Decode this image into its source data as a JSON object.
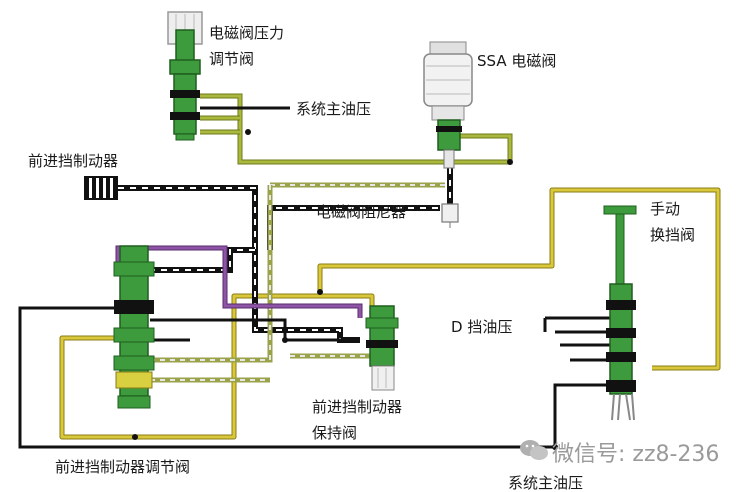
{
  "labels": {
    "pressure_solenoid_line1": "电磁阀压力",
    "pressure_solenoid_line2": "调节阀",
    "ssa_solenoid": "SSA 电磁阀",
    "main_pressure_top": "系统主油压",
    "forward_clutch": "前进挡制动器",
    "solenoid_damper": "电磁阀阻尼器",
    "manual_valve_line1": "手动",
    "manual_valve_line2": "换挡阀",
    "d_range_pressure": "D 挡油压",
    "hold_valve_line1": "前进挡制动器",
    "hold_valve_line2": "保持阀",
    "regulator_valve": "前进挡制动器调节阀",
    "main_pressure_bottom": "系统主油压"
  },
  "watermark": {
    "text": "微信号: zz8-236"
  },
  "colors": {
    "yellow_line": "#c8b832",
    "olive_line": "#a8b53a",
    "black_line": "#111111",
    "purple_line": "#7a3f8f",
    "valve_green": "#3d9a3d",
    "valve_dark": "#1f5f1f",
    "gray_line": "#b8b8b8"
  }
}
